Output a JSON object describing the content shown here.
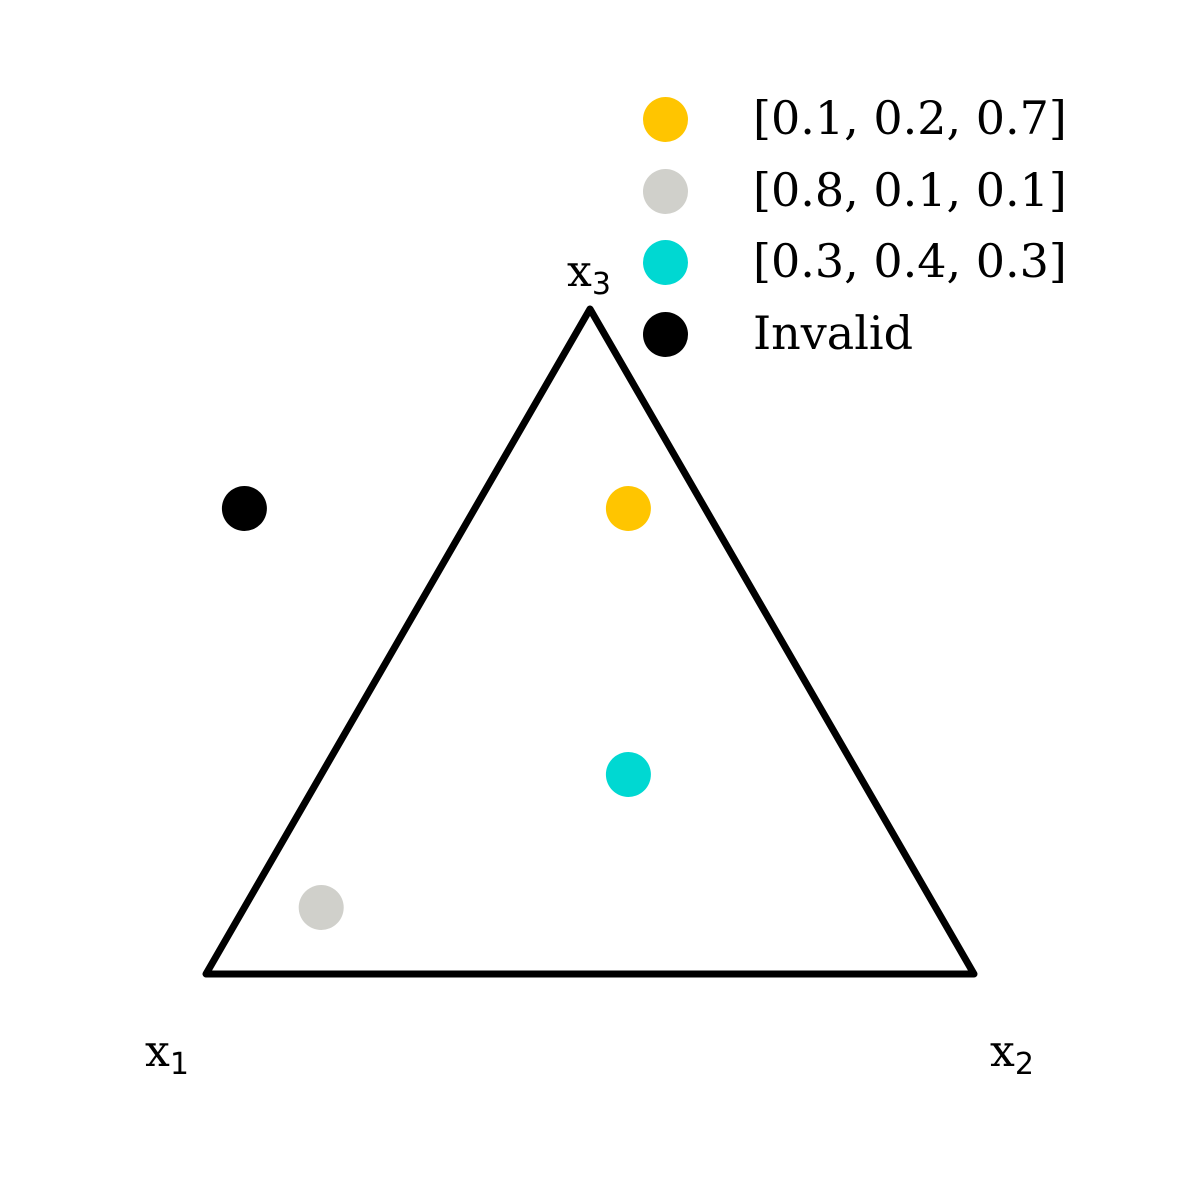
{
  "chart_data": {
    "type": "scatter",
    "subtype": "ternary-simplex",
    "title": "",
    "vertices": [
      {
        "label": "x",
        "sub": "1",
        "position": "bottom-left"
      },
      {
        "label": "x",
        "sub": "2",
        "position": "bottom-right"
      },
      {
        "label": "x",
        "sub": "3",
        "position": "top"
      }
    ],
    "series": [
      {
        "name": "[0.1, 0.2, 0.7]",
        "color": "#FFC500",
        "values": [
          0.1,
          0.2,
          0.7
        ],
        "valid": true
      },
      {
        "name": "[0.8, 0.1, 0.1]",
        "color": "#D0D0CB",
        "values": [
          0.8,
          0.1,
          0.1
        ],
        "valid": true
      },
      {
        "name": "[0.3, 0.4, 0.3]",
        "color": "#00D8D2",
        "values": [
          0.3,
          0.4,
          0.3
        ],
        "valid": true
      },
      {
        "name": "Invalid",
        "color": "#000000",
        "values": [
          0.6,
          -0.3,
          0.7
        ],
        "valid": false
      }
    ],
    "legend_position": "upper-right",
    "grid": false
  },
  "labels": {
    "x1": {
      "base": "x",
      "sub": "1"
    },
    "x2": {
      "base": "x",
      "sub": "2"
    },
    "x3": {
      "base": "x",
      "sub": "3"
    }
  },
  "legend": [
    {
      "label": "[0.1, 0.2, 0.7]",
      "color": "#FFC500"
    },
    {
      "label": "[0.8, 0.1, 0.1]",
      "color": "#D0D0CB"
    },
    {
      "label": "[0.3, 0.4, 0.3]",
      "color": "#00D8D2"
    },
    {
      "label": "Invalid",
      "color": "#000000"
    }
  ]
}
